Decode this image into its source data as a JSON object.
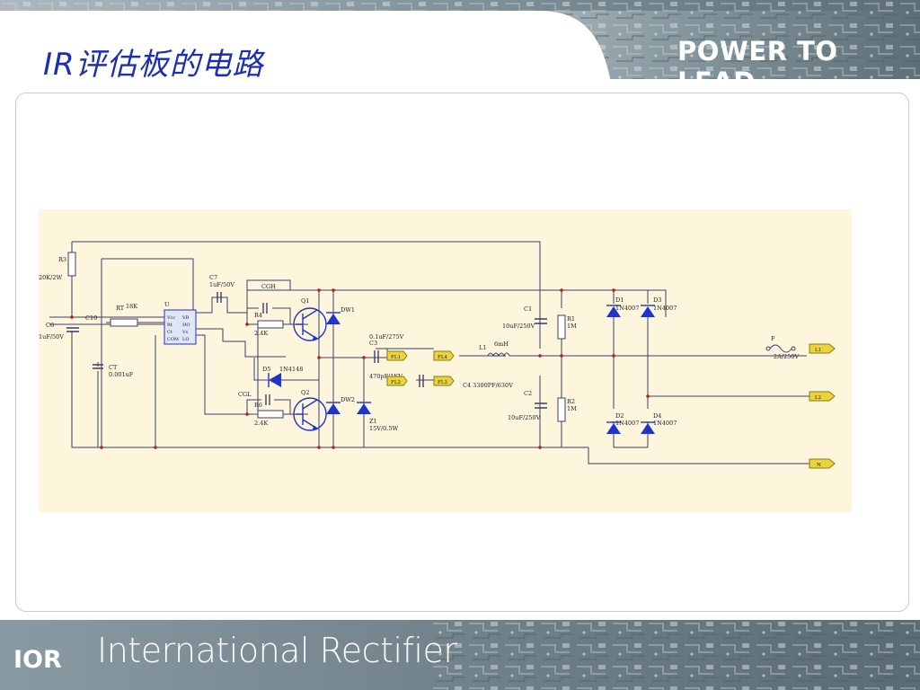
{
  "slide": {
    "title": "IR评估板的电路",
    "tagline": "POWER TO LEAD"
  },
  "footer": {
    "logo_text": "IOR",
    "company_name": "International Rectifier"
  },
  "schematic": {
    "components": {
      "r3": "R3",
      "r3_val": "20K/2W",
      "c6": "C6",
      "c6_val": "1uF/50V",
      "c10": "C10",
      "rt": "RT",
      "rt_val": "18K",
      "u": "U",
      "u_pins": [
        "Vcc",
        "Rt",
        "Ct",
        "COM",
        "LO",
        "Vs",
        "HO",
        "VB"
      ],
      "ct": "CT",
      "ct_val": "0.001uF",
      "c7": "C7",
      "c7_val": "1uF/50V",
      "cgh": "CGH",
      "cgl": "CGL",
      "r4": "R4",
      "r4_val": "2.4K",
      "r6": "R6",
      "r6_val": "2.4K",
      "q1": "Q1",
      "q2": "Q2",
      "dw1": "DW1",
      "dw2": "DW2",
      "d5": "D5",
      "d5_val": "1N4148",
      "c3": "C3",
      "c3_val": "0.1uF/275V",
      "c5_val": "470pF/1KV",
      "z1": "Z1",
      "z1_val": "15V/0.5W",
      "fl1": "FL1",
      "fl2": "FL2",
      "fl3": "FL3",
      "fl4": "FL4",
      "l1": "L1",
      "l1_val": "6mH",
      "c4_val": "C4   3300PF/630V",
      "c1": "C1",
      "c1_val": "10uF/250V",
      "c2": "C2",
      "c2_val": "10uF/250V",
      "r1": "R1",
      "r1_val": "1M",
      "r2": "R2",
      "r2_val": "1M",
      "d1": "D1",
      "d1_val": "1N4007",
      "d2": "D2",
      "d2_val": "1N4007",
      "d3": "D3",
      "d3_val": "1N4007",
      "d4": "D4",
      "d4_val": "1N4007",
      "f": "F",
      "f_val": "2A/250V",
      "l_term": "L1",
      "l2_term": "L2",
      "n_term": "N"
    }
  },
  "colors": {
    "title": "#1c2fb3",
    "schematic_bg": "#fdf6dd",
    "wire": "#3a3f6a",
    "diode": "#1f34c8",
    "terminal": "#ebd33a"
  }
}
